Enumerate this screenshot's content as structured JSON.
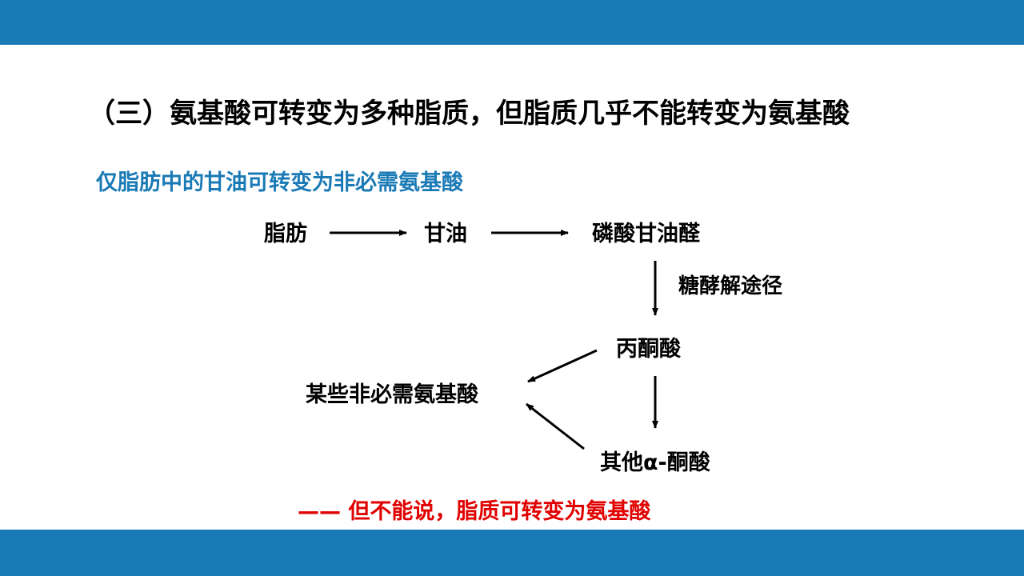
{
  "colors": {
    "header_bar": "#1a7ab5",
    "footer_bar": "#1a7ab5",
    "subtitle": "#1a7ab5",
    "note": "#e00000",
    "arrow": "#000000"
  },
  "title": "（三）氨基酸可转变为多种脂质，但脂质几乎不能转变为氨基酸",
  "subtitle": "仅脂肪中的甘油可转变为非必需氨基酸",
  "diagram": {
    "nodes": {
      "fat": "脂肪",
      "glycerol": "甘油",
      "dhap": "磷酸甘油醛",
      "glycolysis_label": "糖酵解途径",
      "pyruvate": "丙酮酸",
      "nonessential_aa": "某些非必需氨基酸",
      "keto_acids": "其他α-酮酸"
    },
    "edges": [
      {
        "from": "fat",
        "to": "glycerol"
      },
      {
        "from": "glycerol",
        "to": "dhap"
      },
      {
        "from": "dhap",
        "to": "pyruvate",
        "label": "glycolysis_label"
      },
      {
        "from": "pyruvate",
        "to": "nonessential_aa"
      },
      {
        "from": "pyruvate",
        "to": "keto_acids"
      },
      {
        "from": "keto_acids",
        "to": "nonessential_aa"
      }
    ]
  },
  "note": "—— 但不能说，脂质可转变为氨基酸"
}
